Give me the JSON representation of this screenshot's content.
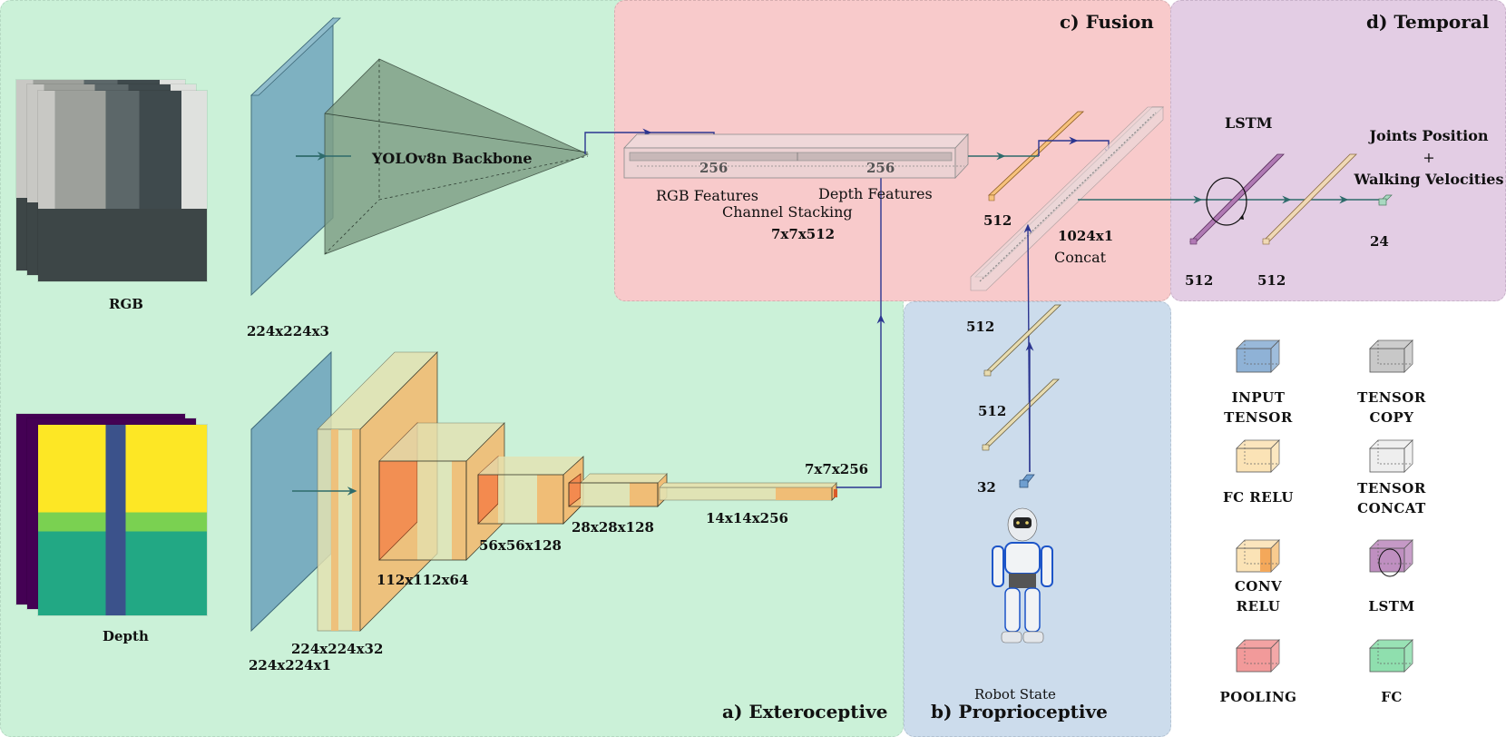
{
  "panels": {
    "exteroceptive": "a) Exteroceptive",
    "proprioceptive": "b) Proprioceptive",
    "fusion": "c) Fusion",
    "temporal": "d) Temporal"
  },
  "inputs": {
    "rgb_label": "RGB",
    "depth_label": "Depth",
    "robot_state_label": "Robot State"
  },
  "rgb_branch": {
    "input_dim": "224x224x3",
    "backbone_label": "YOLOv8n Backbone"
  },
  "depth_branch": {
    "input_dim": "224x224x1",
    "layers": [
      "224x224x32",
      "112x112x64",
      "56x56x128",
      "28x28x128",
      "14x14x256",
      "7x7x256"
    ]
  },
  "fusion": {
    "rgb_channels": "256",
    "depth_channels": "256",
    "rgb_features_label": "RGB Features",
    "depth_features_label": "Depth Features",
    "stacking_label": "Channel Stacking",
    "stacking_dim": "7x7x512",
    "fc_dim": "512",
    "concat_dim": "1024x1",
    "concat_label": "Concat"
  },
  "proprio": {
    "fc1_dim": "512",
    "fc2_dim": "512",
    "input_dim": "32"
  },
  "temporal": {
    "lstm_label": "LSTM",
    "lstm_dim": "512",
    "fc_dim": "512",
    "output_dim": "24",
    "output_line1": "Joints Position",
    "output_plus": "+",
    "output_line2": "Walking Velocities"
  },
  "legend": [
    {
      "key": "input",
      "line1": "INPUT",
      "line2": "TENSOR",
      "color": "#8fb2d6"
    },
    {
      "key": "copy",
      "line1": "TENSOR",
      "line2": "COPY",
      "color": "#c8c8c8"
    },
    {
      "key": "fc-relu",
      "line1": "FC RELU",
      "line2": "",
      "color": "#fbe3b6"
    },
    {
      "key": "concat",
      "line1": "TENSOR",
      "line2": "CONCAT",
      "color": "#eeeeee"
    },
    {
      "key": "conv-relu",
      "line1": "CONV",
      "line2": "RELU",
      "color": "#f7c27c"
    },
    {
      "key": "lstm",
      "line1": "LSTM",
      "line2": "",
      "color": "#bf8fc0"
    },
    {
      "key": "pooling",
      "line1": "POOLING",
      "line2": "",
      "color": "#f29a9a"
    },
    {
      "key": "fc",
      "line1": "FC",
      "line2": "",
      "color": "#8fdfae"
    }
  ],
  "colors": {
    "exteroceptive_bg": "#cbf1d8",
    "fusion_bg": "#f8cacb",
    "temporal_bg": "#e3cde4",
    "proprioceptive_bg": "#ccdcec",
    "arrow_main": "#2e6b6b",
    "arrow_skip": "#2b3590",
    "input_tensor": "#7aaec0",
    "backbone": "#8aa88f",
    "conv": "#f0bd76",
    "conv_light": "#e3e2b2",
    "pool": "#f38a4f",
    "fc_orange": "#f7c27c",
    "fc_tan": "#e8dcb0",
    "lstm": "#b07ab4",
    "output": "#a8d8c0"
  }
}
